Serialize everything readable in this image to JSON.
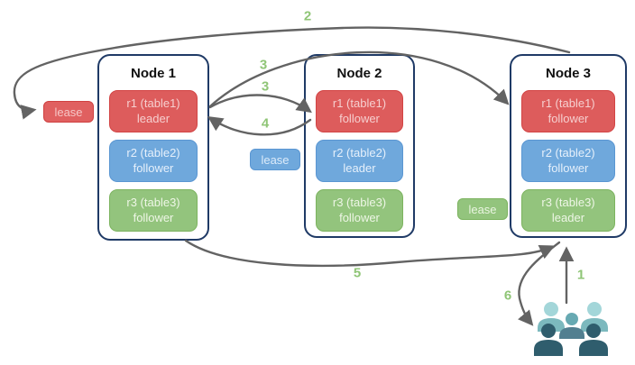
{
  "nodes": [
    {
      "title": "Node 1",
      "replicas": [
        {
          "name": "r1 (table1)",
          "role": "leader",
          "color": "#dd5c5c"
        },
        {
          "name": "r2 (table2)",
          "role": "follower",
          "color": "#6fa8dc"
        },
        {
          "name": "r3 (table3)",
          "role": "follower",
          "color": "#93c47d"
        }
      ]
    },
    {
      "title": "Node 2",
      "replicas": [
        {
          "name": "r1 (table1)",
          "role": "follower",
          "color": "#dd5c5c"
        },
        {
          "name": "r2 (table2)",
          "role": "leader",
          "color": "#6fa8dc"
        },
        {
          "name": "r3 (table3)",
          "role": "follower",
          "color": "#93c47d"
        }
      ]
    },
    {
      "title": "Node 3",
      "replicas": [
        {
          "name": "r1 (table1)",
          "role": "follower",
          "color": "#dd5c5c"
        },
        {
          "name": "r2 (table2)",
          "role": "follower",
          "color": "#6fa8dc"
        },
        {
          "name": "r3 (table3)",
          "role": "leader",
          "color": "#93c47d"
        }
      ]
    }
  ],
  "leases": [
    {
      "label": "lease",
      "color": "#e06060"
    },
    {
      "label": "lease",
      "color": "#6fa8dc"
    },
    {
      "label": "lease",
      "color": "#93c47d"
    }
  ],
  "step_labels": [
    "1",
    "2",
    "3",
    "3",
    "4",
    "5",
    "6"
  ],
  "icons": {
    "users": "users-group-icon"
  },
  "palette": {
    "red": "#dd5c5c",
    "blue": "#6fa8dc",
    "green": "#93c47d",
    "arrow_gray": "#636363",
    "node_border": "#1f3a66",
    "step_label_green": "#8fc576",
    "users_back": "#7cb9be",
    "users_back_head": "#a3d6d9",
    "users_middle": "#527f90",
    "users_middle_head": "#67a9b2",
    "users_front": "#2f5d6d"
  }
}
